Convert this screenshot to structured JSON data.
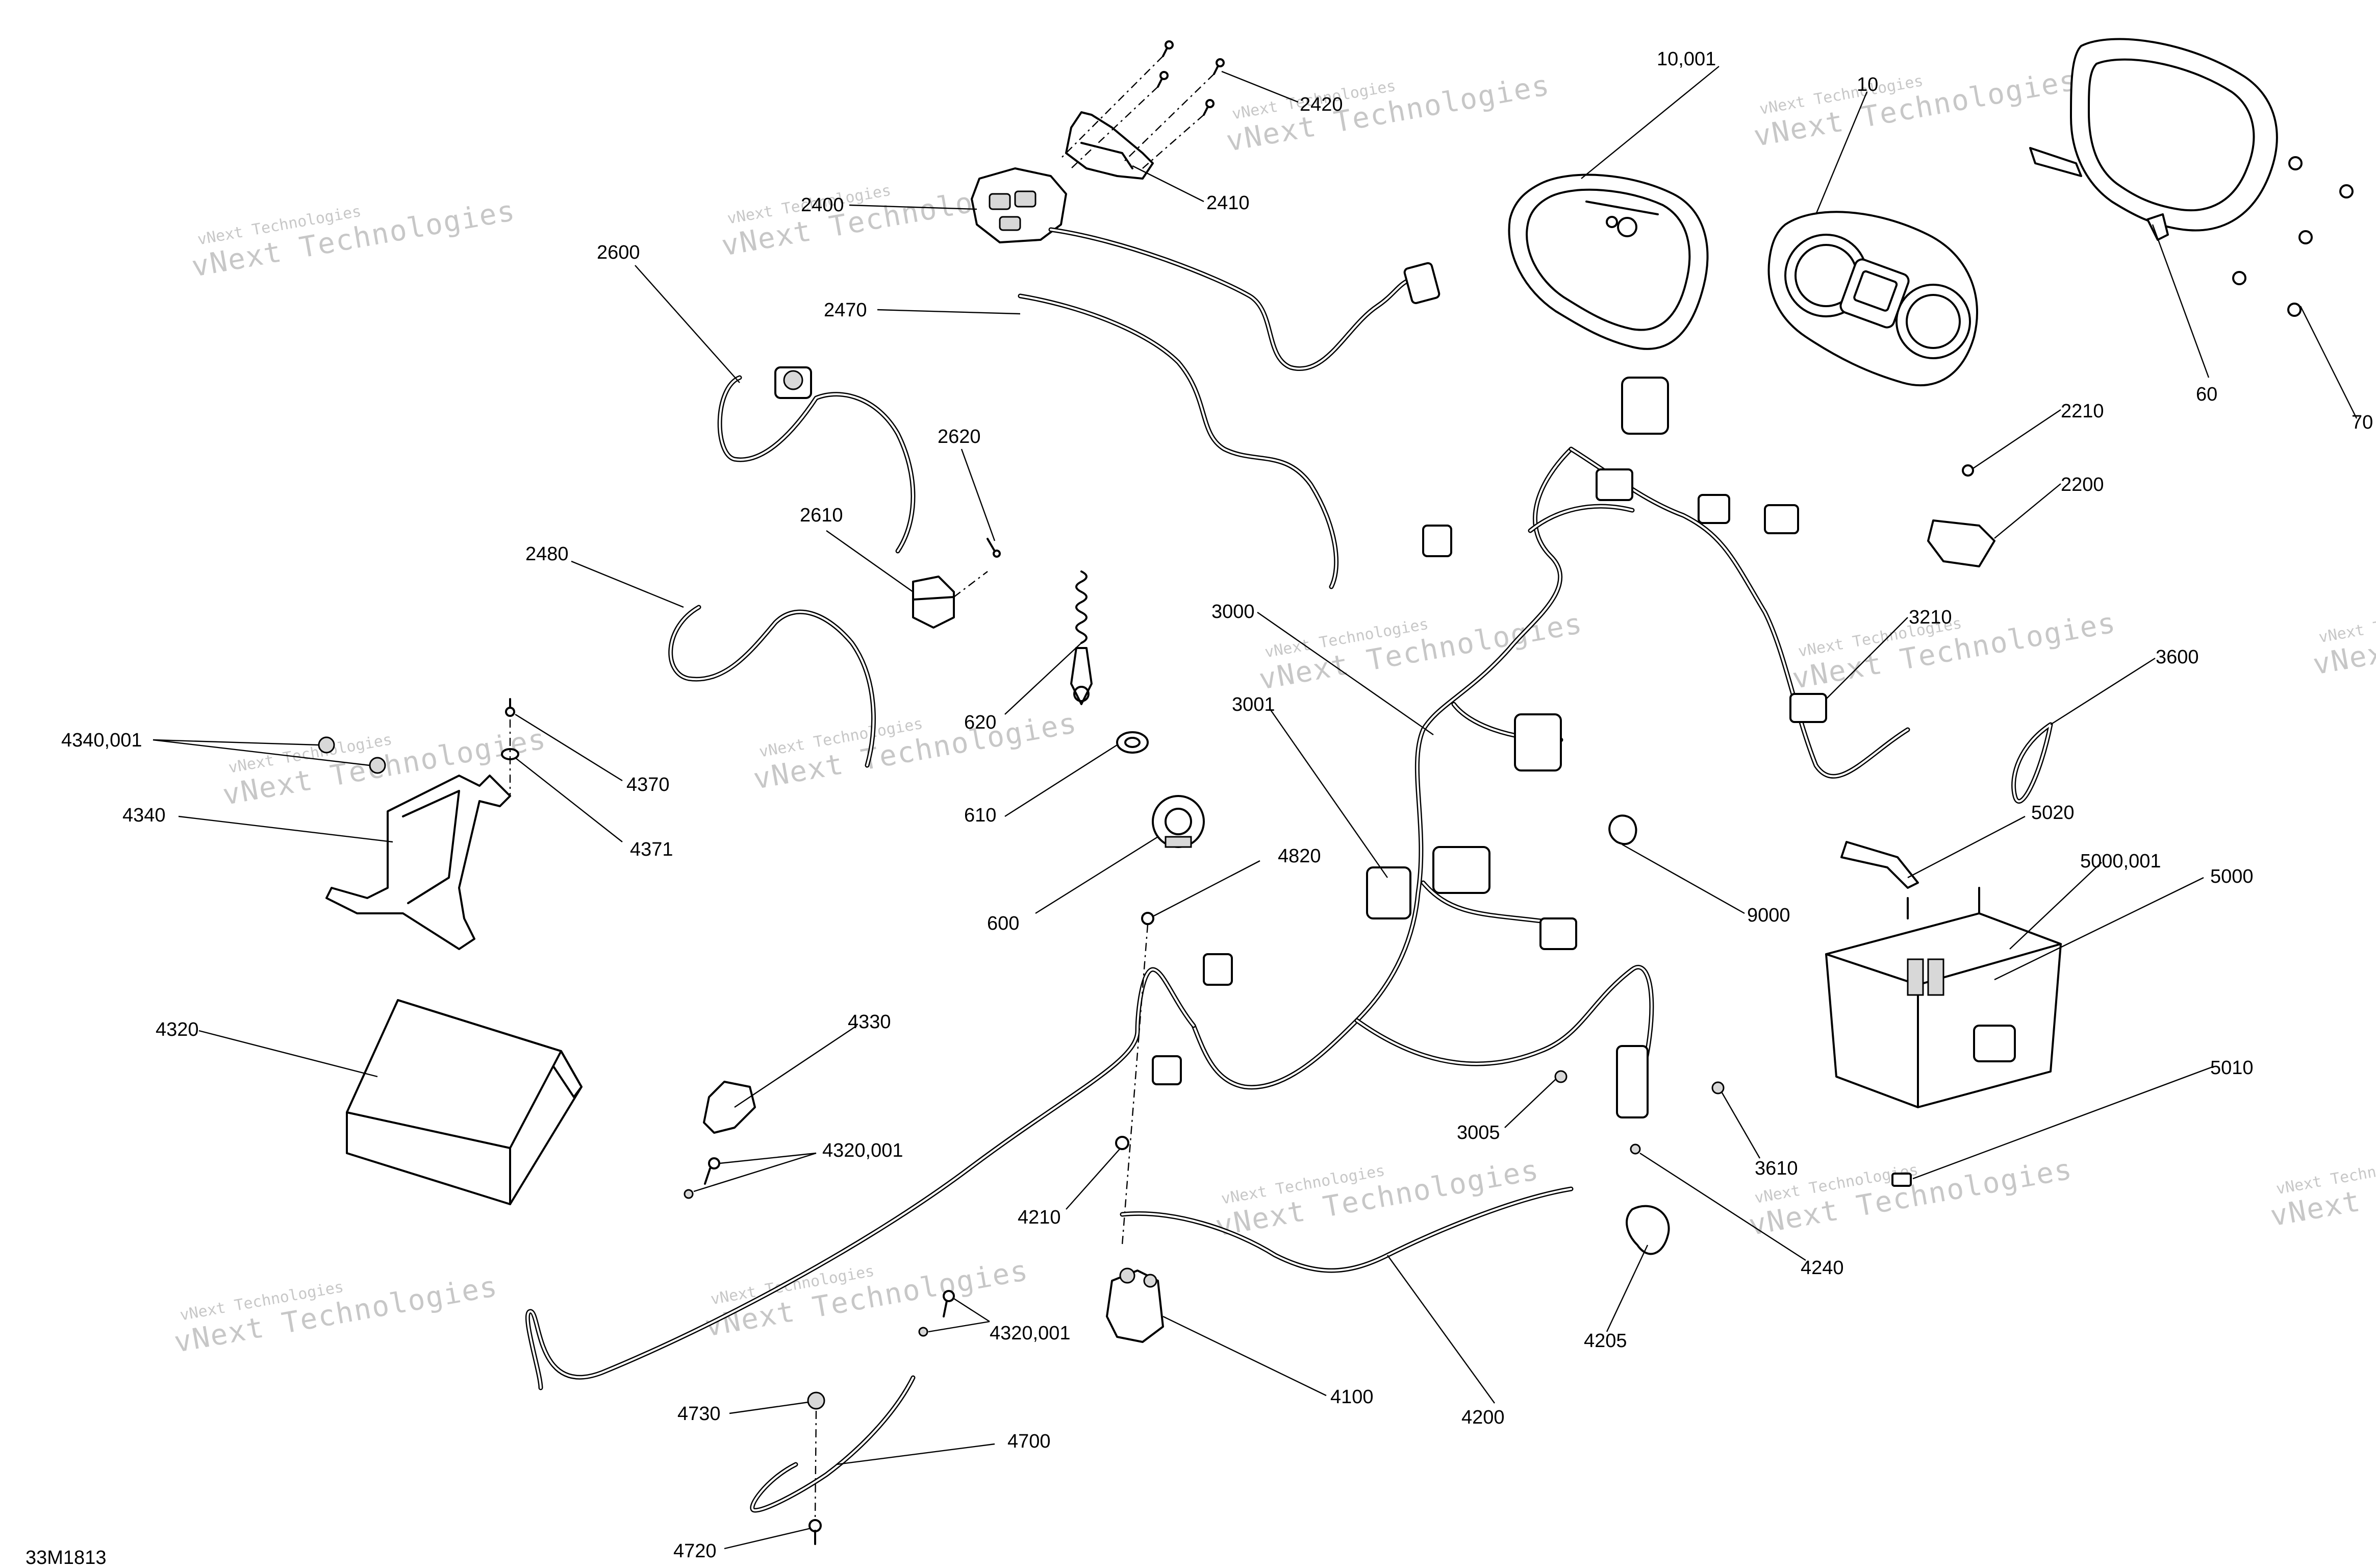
{
  "drawing_code": "33M1813",
  "watermark": {
    "line1": "vNext Technologies",
    "line2": "vNext Technologies",
    "line3": "vNext Technologies"
  },
  "parts": [
    {
      "id": "p10001",
      "label": "10,001"
    },
    {
      "id": "p10",
      "label": "10"
    },
    {
      "id": "p60",
      "label": "60"
    },
    {
      "id": "p70",
      "label": "70"
    },
    {
      "id": "p2420",
      "label": "2420"
    },
    {
      "id": "p2410",
      "label": "2410"
    },
    {
      "id": "p2400",
      "label": "2400"
    },
    {
      "id": "p2600",
      "label": "2600"
    },
    {
      "id": "p2470",
      "label": "2470"
    },
    {
      "id": "p2620",
      "label": "2620"
    },
    {
      "id": "p2610",
      "label": "2610"
    },
    {
      "id": "p2480",
      "label": "2480"
    },
    {
      "id": "p2210",
      "label": "2210"
    },
    {
      "id": "p2200",
      "label": "2200"
    },
    {
      "id": "p3210",
      "label": "3210"
    },
    {
      "id": "p3000",
      "label": "3000"
    },
    {
      "id": "p3600",
      "label": "3600"
    },
    {
      "id": "p3001",
      "label": "3001"
    },
    {
      "id": "p4340001",
      "label": "4340,001"
    },
    {
      "id": "p4370",
      "label": "4370"
    },
    {
      "id": "p4371",
      "label": "4371"
    },
    {
      "id": "p4340",
      "label": "4340"
    },
    {
      "id": "p620",
      "label": "620"
    },
    {
      "id": "p610",
      "label": "610"
    },
    {
      "id": "p600",
      "label": "600"
    },
    {
      "id": "p4820",
      "label": "4820"
    },
    {
      "id": "p5020",
      "label": "5020"
    },
    {
      "id": "p9000",
      "label": "9000"
    },
    {
      "id": "p5000001",
      "label": "5000,001"
    },
    {
      "id": "p5000",
      "label": "5000"
    },
    {
      "id": "p4320",
      "label": "4320"
    },
    {
      "id": "p4330",
      "label": "4330"
    },
    {
      "id": "p4320001a",
      "label": "4320,001"
    },
    {
      "id": "p5010",
      "label": "5010"
    },
    {
      "id": "p3005",
      "label": "3005"
    },
    {
      "id": "p3610",
      "label": "3610"
    },
    {
      "id": "p4210",
      "label": "4210"
    },
    {
      "id": "p4240",
      "label": "4240"
    },
    {
      "id": "p4320001b",
      "label": "4320,001"
    },
    {
      "id": "p4205",
      "label": "4205"
    },
    {
      "id": "p4100",
      "label": "4100"
    },
    {
      "id": "p4200",
      "label": "4200"
    },
    {
      "id": "p4730",
      "label": "4730"
    },
    {
      "id": "p4700",
      "label": "4700"
    },
    {
      "id": "p4720",
      "label": "4720"
    }
  ]
}
